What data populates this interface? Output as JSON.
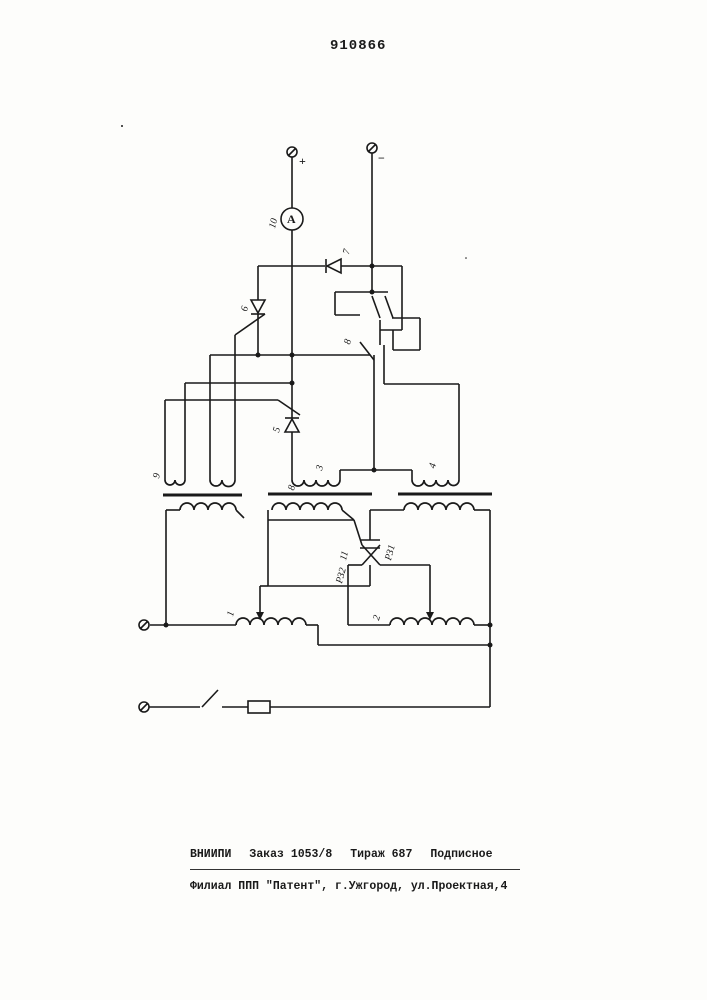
{
  "header": {
    "patent_number": "910866"
  },
  "schematic": {
    "terminal_plus_sign": "+",
    "terminal_minus_sign": "−",
    "ammeter_symbol": "A",
    "labels": {
      "transformer_1": "1",
      "transformer_2": "2",
      "winding_3": "3",
      "winding_4": "4",
      "thyristor_5": "5",
      "thyristor_6": "6",
      "diode_7": "7",
      "switch_8": "8",
      "winding_9": "9",
      "core_label_8": "8",
      "relay_11": "11",
      "rz1": "РЗ1",
      "rz2": "РЗ2",
      "ammeter_label": "10"
    }
  },
  "footer": {
    "org": "ВНИИПИ",
    "order": "Заказ 1053/8",
    "circulation": "Тираж 687",
    "subscription": "Подписное",
    "branch": "Филиал ППП \"Патент\", г.Ужгород, ул.Проектная,4"
  }
}
